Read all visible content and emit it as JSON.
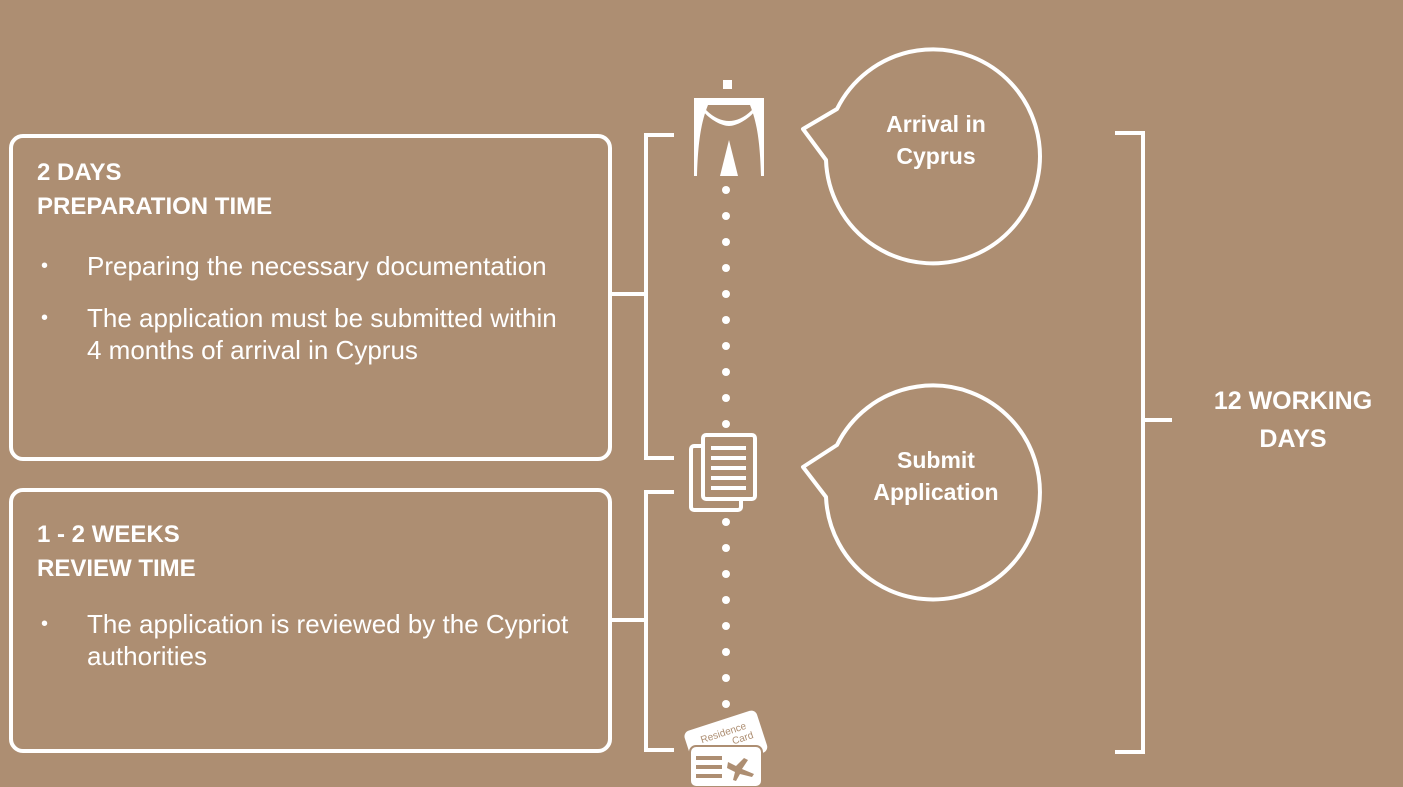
{
  "phases": [
    {
      "title_line1": "2 DAYS",
      "title_line2": "PREPARATION TIME",
      "bullets": [
        "Preparing the necessary documentation",
        "The application must be submitted within 4 months of arrival in Cyprus"
      ]
    },
    {
      "title_line1": "1 - 2 WEEKS",
      "title_line2": "REVIEW TIME",
      "bullets": [
        "The application is reviewed by the Cypriot authorities"
      ]
    }
  ],
  "steps": [
    {
      "label_line1": "Arrival in",
      "label_line2": "Cyprus",
      "icon": "airport-icon"
    },
    {
      "label_line1": "Submit",
      "label_line2": "Application",
      "icon": "documents-icon"
    },
    {
      "icon": "residence-card-icon",
      "card_text_line1": "Residence",
      "card_text_line2": "Card"
    }
  ],
  "total": {
    "line1": "12 WORKING",
    "line2": "DAYS"
  },
  "colors": {
    "background": "#ad8e72",
    "foreground": "#ffffff"
  }
}
